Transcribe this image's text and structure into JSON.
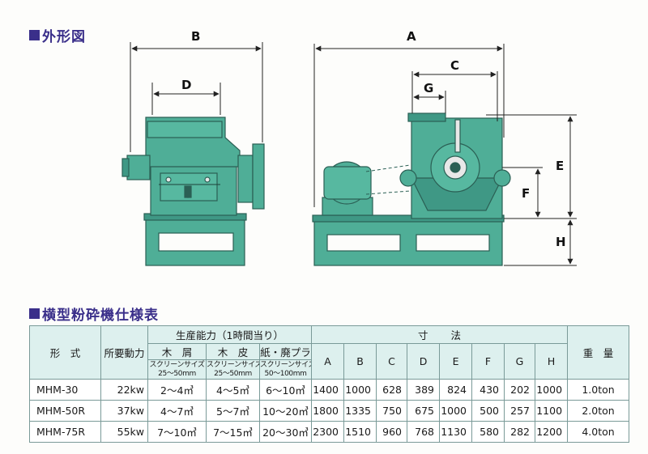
{
  "headings": {
    "outline": "外形図",
    "spec": "横型粉砕機仕様表"
  },
  "dimension_labels": {
    "A": "A",
    "B": "B",
    "C": "C",
    "D": "D",
    "E": "E",
    "F": "F",
    "G": "G",
    "H": "H"
  },
  "colors": {
    "machine": "#4fae97",
    "machine_dark": "#2f7f6c",
    "heading": "#3a2f8a",
    "header_bg": "#ddf0ee"
  },
  "table": {
    "col_model": "形　式",
    "col_power": "所要動力",
    "col_capacity": "生産能力（1時間当り）",
    "col_wood_chips": "木　屑",
    "col_bark": "木　皮",
    "col_paper": "紙・廃プラ",
    "screen_label": "スクリーンサイズ",
    "screen_wood_chips": "25〜50mm",
    "screen_bark": "25〜50mm",
    "screen_paper": "50〜100mm",
    "col_dimensions_1": "寸",
    "col_dimensions_2": "法",
    "col_weight": "重　量",
    "dim_cols": [
      "A",
      "B",
      "C",
      "D",
      "E",
      "F",
      "G",
      "H"
    ],
    "rows": [
      {
        "model": "MHM-30",
        "power": "22kw",
        "wood": "2〜4㎥",
        "bark": "4〜5㎥",
        "paper": "6〜10㎥",
        "dims": [
          "1400",
          "1000",
          "628",
          "389",
          "824",
          "430",
          "202",
          "1000"
        ],
        "weight": "1.0ton"
      },
      {
        "model": "MHM-50R",
        "power": "37kw",
        "wood": "4〜7㎥",
        "bark": "5〜7㎥",
        "paper": "10〜20㎥",
        "dims": [
          "1800",
          "1335",
          "750",
          "675",
          "1000",
          "500",
          "257",
          "1100"
        ],
        "weight": "2.0ton"
      },
      {
        "model": "MHM-75R",
        "power": "55kw",
        "wood": "7〜10㎥",
        "bark": "7〜15㎥",
        "paper": "20〜30㎥",
        "dims": [
          "2300",
          "1510",
          "960",
          "768",
          "1130",
          "580",
          "282",
          "1200"
        ],
        "weight": "4.0ton"
      }
    ]
  }
}
